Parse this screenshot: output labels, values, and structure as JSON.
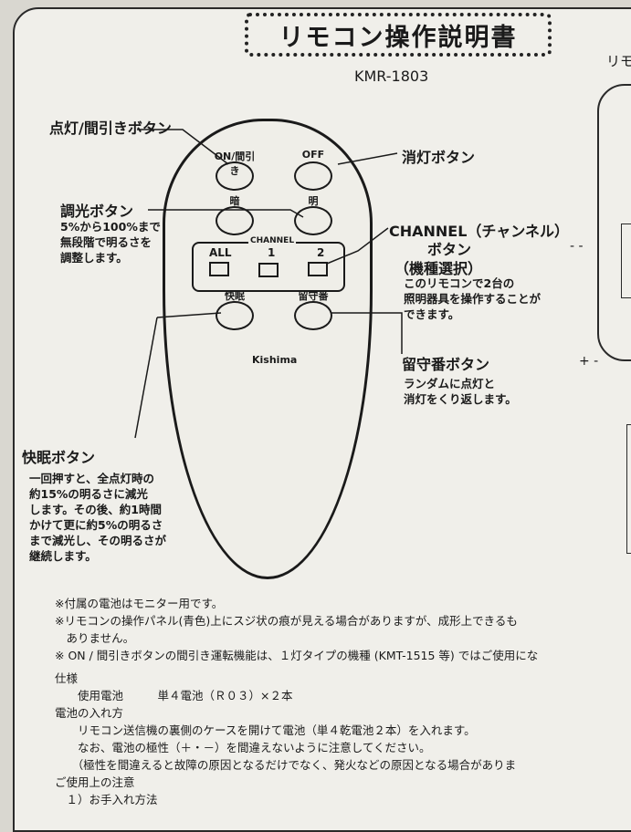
{
  "header": {
    "title": "リモコン操作説明書",
    "model": "KMR-1803",
    "next_page_title": "リモ"
  },
  "remote": {
    "btn_on": "ON/間引き",
    "btn_off": "OFF",
    "btn_dark": "暗",
    "btn_bright": "明",
    "channel_label": "CHANNEL",
    "ch_all": "ALL",
    "ch_1": "1",
    "ch_2": "2",
    "btn_sleep": "快眠",
    "btn_away": "留守番",
    "brand": "Kishima"
  },
  "callouts": {
    "on": {
      "title": "点灯/間引きボタン"
    },
    "off": {
      "title": "消灯ボタン"
    },
    "dim": {
      "title": "調光ボタン",
      "desc": [
        "5%から100%まで",
        "無段階で明るさを",
        "調整します。"
      ]
    },
    "channel": {
      "title_1": "CHANNEL（チャンネル）",
      "title_2": "ボタン",
      "title_3": "（機種選択）",
      "desc": [
        "このリモコンで2台の",
        "照明器具を操作することが",
        "できます。"
      ]
    },
    "away": {
      "title": "留守番ボタン",
      "desc": [
        "ランダムに点灯と",
        "消灯をくり返します。"
      ]
    },
    "sleep": {
      "title": "快眠ボタン",
      "desc": [
        "一回押すと、全点灯時の",
        "約15%の明るさに減光",
        "します。その後、約1時間",
        "かけて更に約5%の明るさ",
        "まで減光し、その明るさが",
        "継続します。"
      ]
    }
  },
  "notes": [
    "※付属の電池はモニター用です。",
    "※リモコンの操作パネル(青色)上にスジ状の痕が見える場合がありますが、成形上できるも",
    "　ありません。",
    "※ ON / 間引きボタンの間引き運転機能は、１灯タイプの機種 (KMT-1515 等) ではご使用にな",
    "仕様",
    "　　使用電池　　　単４電池（Ｒ０３）×２本",
    "電池の入れ方",
    "　　リモコン送信機の裏側のケースを開けて電池（単４乾電池２本）を入れます。",
    "　　なお、電池の極性（＋・－）を間違えないように注意してください。",
    "　　（極性を間違えると故障の原因となるだけでなく、発火などの原因となる場合がありま",
    "ご使用上の注意",
    "　１）お手入れ方法"
  ]
}
